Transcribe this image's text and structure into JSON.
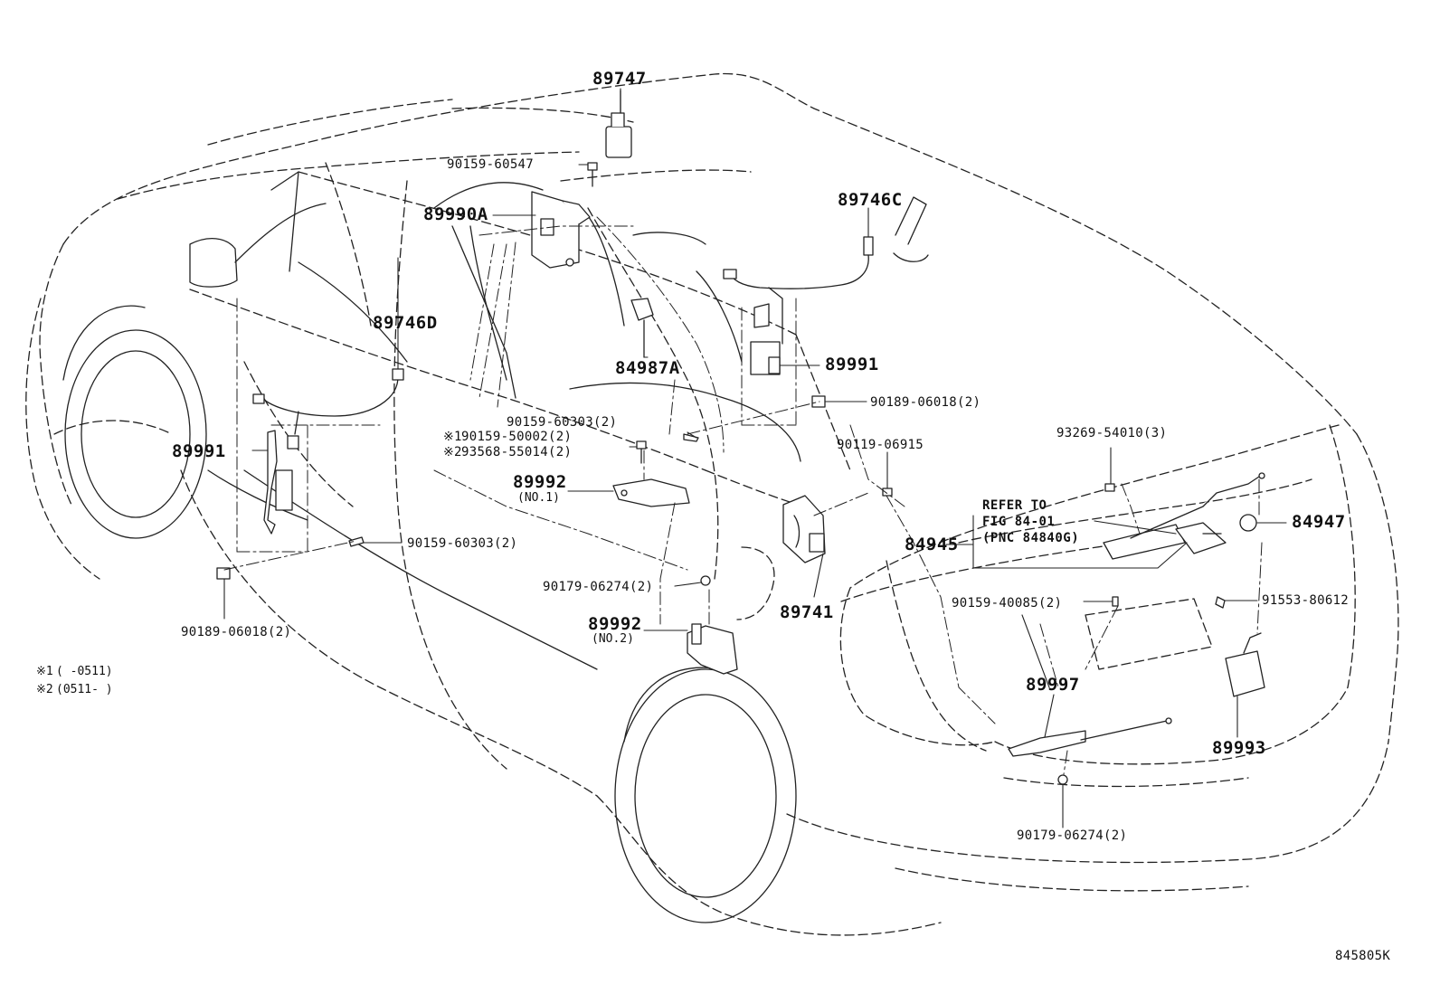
{
  "callouts": {
    "c89747": "89747",
    "c90159_60547": "90159-60547",
    "c89990A": "89990A",
    "c89746C": "89746C",
    "c89746D": "89746D",
    "c84987A": "84987A",
    "c89991_right": "89991",
    "c90189_06018_top": "90189-06018(2)",
    "c90159_60303_center": "90159-60303(2)",
    "c90119_06915": "90119-06915",
    "c93269_54010": "93269-54010(3)",
    "c90159_50002": "90159-50002(2)",
    "c93568_55014": "93568-55014(2)",
    "c89991_left": "89991",
    "c89992_no1": "89992",
    "c89992_no1_sub": "(NO.1)",
    "c90159_60303_left": "90159-60303(2)",
    "c90189_06018_left": "90189-06018(2)",
    "c90179_06274_center": "90179-06274(2)",
    "c89992_no2": "89992",
    "c89992_no2_sub": "(NO.2)",
    "c89741": "89741",
    "c84945": "84945",
    "c84947": "84947",
    "c90159_40085": "90159-40085(2)",
    "c91553_80612": "91553-80612",
    "c89997": "89997",
    "c89993": "89993",
    "c90179_06274_bottom": "90179-06274(2)"
  },
  "markers": {
    "m1": "※1",
    "m2": "※2"
  },
  "refer": {
    "line1": "REFER TO",
    "line2": "FIG 84-01",
    "line3": "(PNC 84840G)"
  },
  "notes": {
    "n1_marker": "※1",
    "n1_text": "(      -0511)",
    "n2_marker": "※2",
    "n2_text": "(0511-      )"
  },
  "illustration_code": "845805K"
}
